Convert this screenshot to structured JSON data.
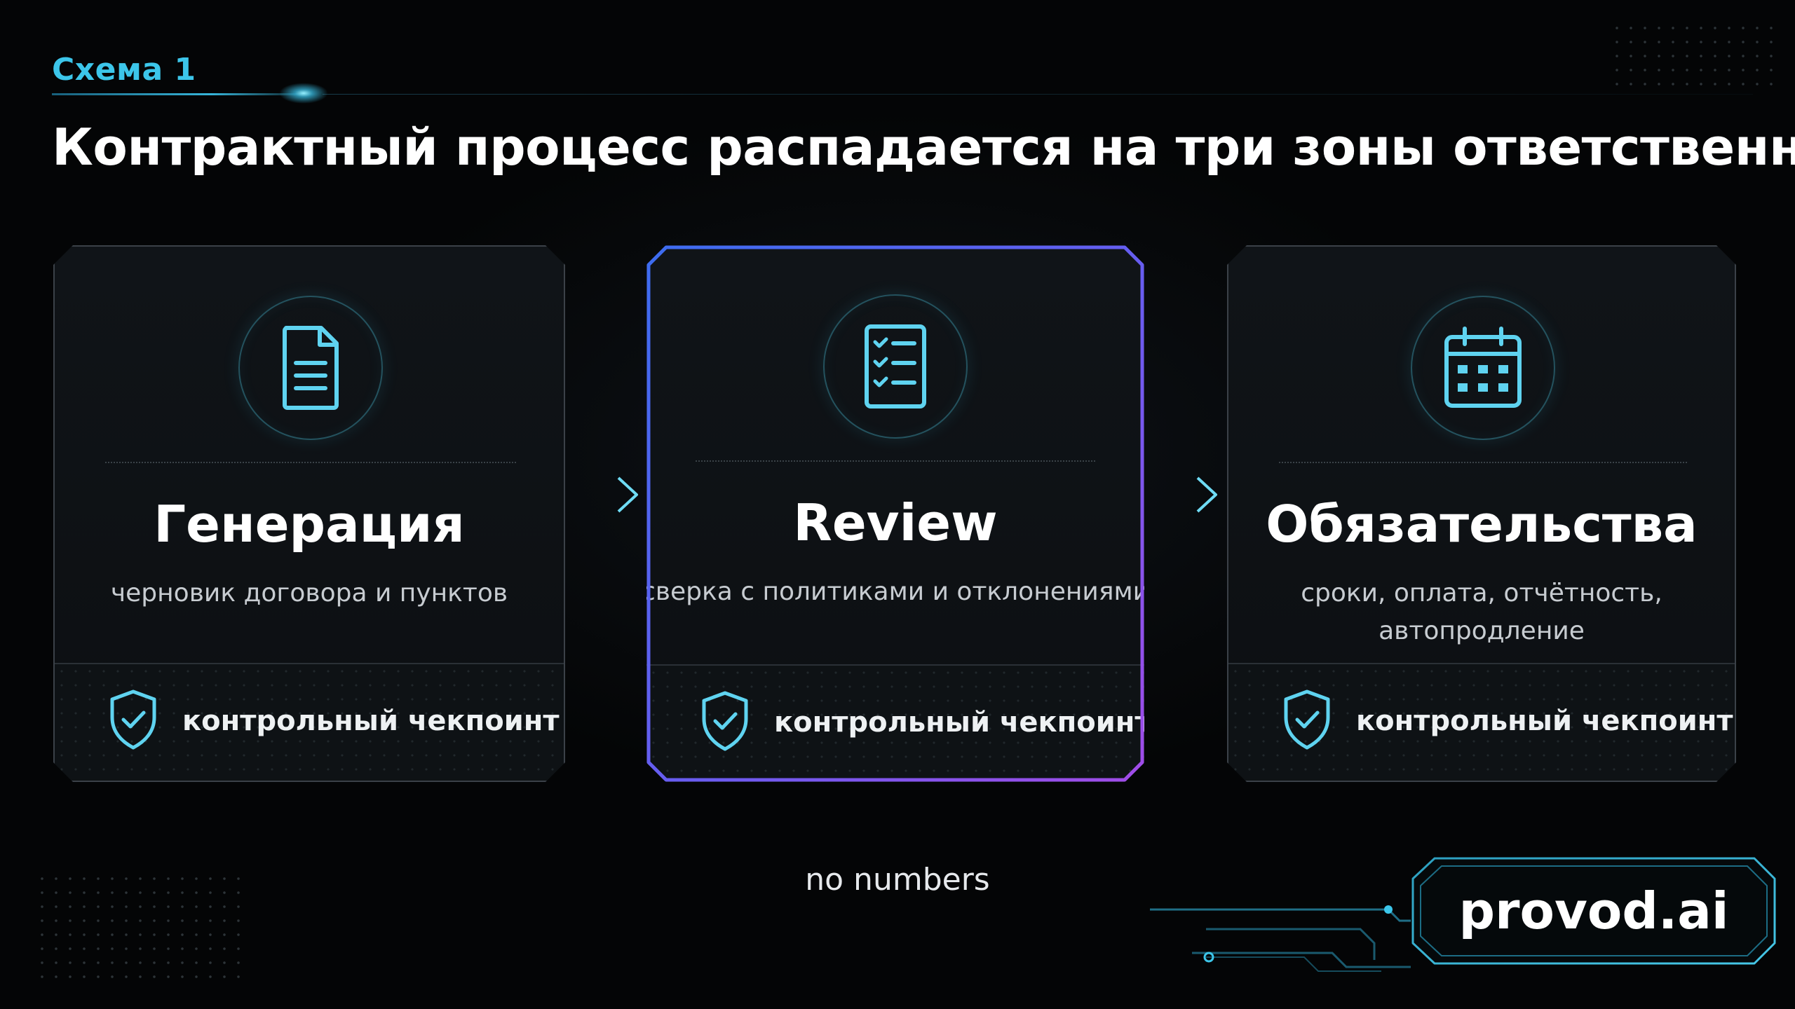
{
  "header": {
    "schema_label": "Схема 1",
    "title": "Контрактный процесс распадается на три зоны ответственности"
  },
  "cards": [
    {
      "icon": "document-icon",
      "title": "Генерация",
      "description": "черновик договора и пунктов",
      "checkpoint_label": "контрольный чекпоинт",
      "highlighted": false
    },
    {
      "icon": "checklist-icon",
      "title": "Review",
      "description": "сверка с политиками и отклонениями",
      "checkpoint_label": "контрольный чекпоинт",
      "highlighted": true
    },
    {
      "icon": "calendar-icon",
      "title": "Обязательства",
      "description_line1": "сроки, оплата, отчётность,",
      "description_line2": "автопродление",
      "checkpoint_label": "контрольный чекпоинт",
      "highlighted": false
    }
  ],
  "note": "no numbers",
  "brand": "provod.ai",
  "colors": {
    "accent_cyan": "#3cc6ea",
    "highlight_gradient_start": "#3d6cf0",
    "highlight_gradient_end": "#a14ce8",
    "icon_color": "#5fd3f0",
    "background": "#040506"
  }
}
